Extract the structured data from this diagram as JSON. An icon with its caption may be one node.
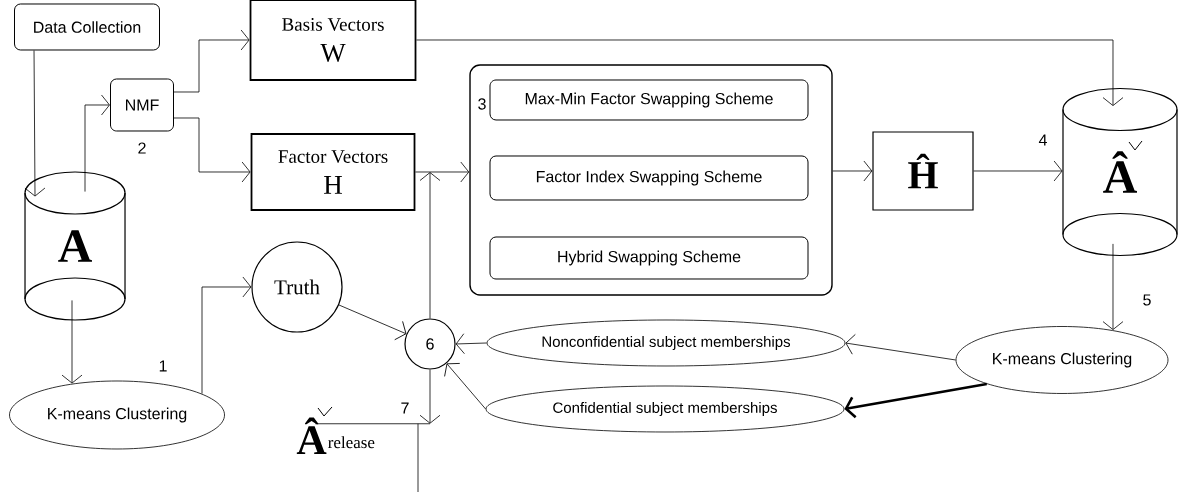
{
  "diagram": {
    "nodes": [
      {
        "text": [
          "Data Collection"
        ]
      },
      {
        "text": [
          "A"
        ]
      },
      {
        "text": [
          "NMF"
        ],
        "beside": [
          "2"
        ]
      },
      {
        "text": [
          "Basis Vectors",
          "W"
        ]
      },
      {
        "text": [
          "Factor Vectors",
          "H"
        ]
      },
      {
        "text": [],
        "shape": "box",
        "beside": [
          "3"
        ]
      },
      {
        "text": [
          "Max-Min Factor Swapping Scheme"
        ],
        "in": 5
      },
      {
        "text": [
          "Factor Index Swapping Scheme"
        ],
        "in": 5
      },
      {
        "text": [
          "Hybrid Swapping Scheme"
        ],
        "in": 5
      },
      {
        "text": [
          "Ĥ"
        ]
      },
      {
        "text": [
          "Â"
        ]
      },
      {
        "text": [
          "K-means Clustering"
        ]
      },
      {
        "text": [
          "Truth"
        ]
      },
      {
        "text": [
          "6"
        ]
      },
      {
        "text": [
          "Nonconfidential subject memberships"
        ]
      },
      {
        "text": [
          "Confidential subject memberships"
        ]
      },
      {
        "text": [
          "K-means Clustering"
        ]
      },
      {
        "text": [
          "Â",
          "release"
        ]
      }
    ],
    "edges": [
      {
        "from": 0,
        "to": 1,
        "arrow": "to"
      },
      {
        "from": 1,
        "to": 2,
        "arrow": "to"
      },
      {
        "from": 2,
        "to": 3,
        "arrow": "to"
      },
      {
        "from": 2,
        "to": 4,
        "arrow": "to"
      },
      {
        "from": 4,
        "to": 5,
        "arrow": "to"
      },
      {
        "from": 5,
        "to": 9,
        "arrow": "to"
      },
      {
        "from": 3,
        "to": 10,
        "arrow": "to"
      },
      {
        "from": 9,
        "to": 10,
        "arrow": "to",
        "label": "4"
      },
      {
        "from": 1,
        "to": 11,
        "arrow": "to"
      },
      {
        "from": 11,
        "to": 12,
        "arrow": "to",
        "label": "1"
      },
      {
        "from": 12,
        "to": 13,
        "arrow": "to"
      },
      {
        "from": 14,
        "to": 13,
        "arrow": "to"
      },
      {
        "from": 15,
        "to": 13,
        "arrow": "to"
      },
      {
        "from": 16,
        "to": 14,
        "arrow": "to"
      },
      {
        "from": 16,
        "to": 15,
        "arrow": "to",
        "style": "thick"
      },
      {
        "from": 10,
        "to": 16,
        "arrow": "to",
        "label": "5"
      },
      {
        "from": 13,
        "to": 4,
        "arrow": "to"
      },
      {
        "from": 13,
        "to": null,
        "arrow": "to",
        "label": "7"
      },
      {
        "from": 17,
        "to": null,
        "arrow": "none"
      }
    ]
  }
}
